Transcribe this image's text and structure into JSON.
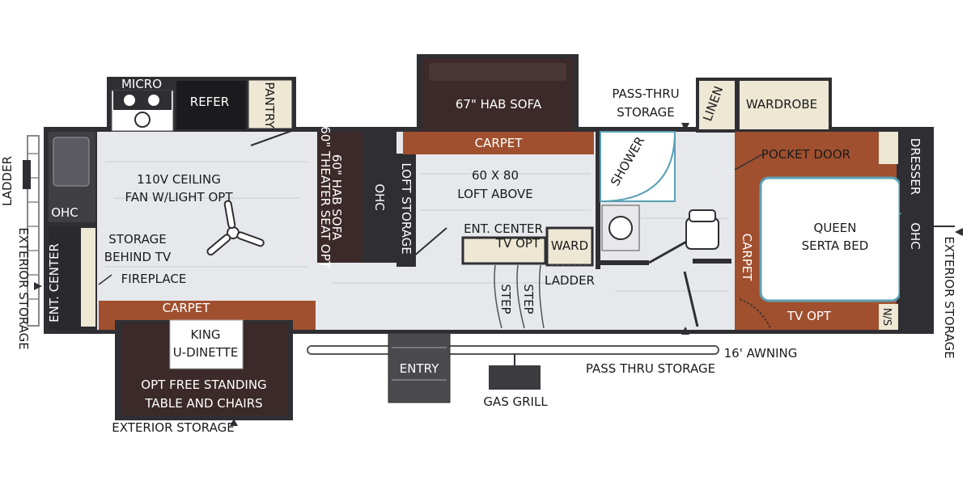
{
  "labels": {
    "micro": "MICRO",
    "refer": "REFER",
    "pantry": "PANTRY",
    "ladder_left": "LADDER",
    "ohc_left": "OHC",
    "ent_center_left": "ENT. CENTER",
    "exterior_storage_left": "EXTERIOR STORAGE",
    "ceiling_fan_line1": "110V CEILING",
    "ceiling_fan_line2": "FAN W/LIGHT OPT",
    "storage_tv_line1": "STORAGE",
    "storage_tv_line2": "BEHIND TV",
    "fireplace": "FIREPLACE",
    "carpet_dinette": "CARPET",
    "king_line1": "KING",
    "king_line2": "U-DINETTE",
    "table_line1": "OPT FREE STANDING",
    "table_line2": "TABLE AND CHAIRS",
    "exterior_storage_bottom": "EXTERIOR STORAGE",
    "hab_sofa_60_line1": "60\" HAB SOFA",
    "hab_sofa_60_line2": "60\" THEATER SEAT OPT",
    "ohc_mid": "OHC",
    "loft_storage": "LOFT STORAGE",
    "sofa_67": "67\" HAB SOFA",
    "carpet_slide": "CARPET",
    "loft_line1": "60 X 80",
    "loft_line2": "LOFT ABOVE",
    "ent_center_mid": "ENT. CENTER",
    "tv_opt_mid": "TV OPT",
    "ward": "WARD",
    "ladder_mid": "LADDER",
    "step1": "STEP",
    "step2": "STEP",
    "entry": "ENTRY",
    "gas_grill": "GAS GRILL",
    "pass_thru_storage_bottom": "PASS THRU STORAGE",
    "awning": "16' AWNING",
    "pass_thru_line1": "PASS-THRU",
    "pass_thru_line2": "STORAGE",
    "shower": "SHOWER",
    "linen": "LINEN",
    "wardrobe": "WARDROBE",
    "pocket_door": "POCKET DOOR",
    "queen_line1": "QUEEN",
    "queen_line2": "SERTA BED",
    "carpet_bed": "CARPET",
    "tv_opt_bed": "TV OPT",
    "dresser": "DRESSER",
    "ohc_right": "OHC",
    "ns": "N/S",
    "exterior_storage_right": "EXTERIOR STORAGE"
  },
  "colors": {
    "wall": "#2f2f33",
    "floor": "#e6e8ec",
    "carpet": "#a0502f",
    "furniture_dark": "#3b2a29",
    "accent_teal": "#5aa0b4",
    "cream": "#ede7d4"
  }
}
